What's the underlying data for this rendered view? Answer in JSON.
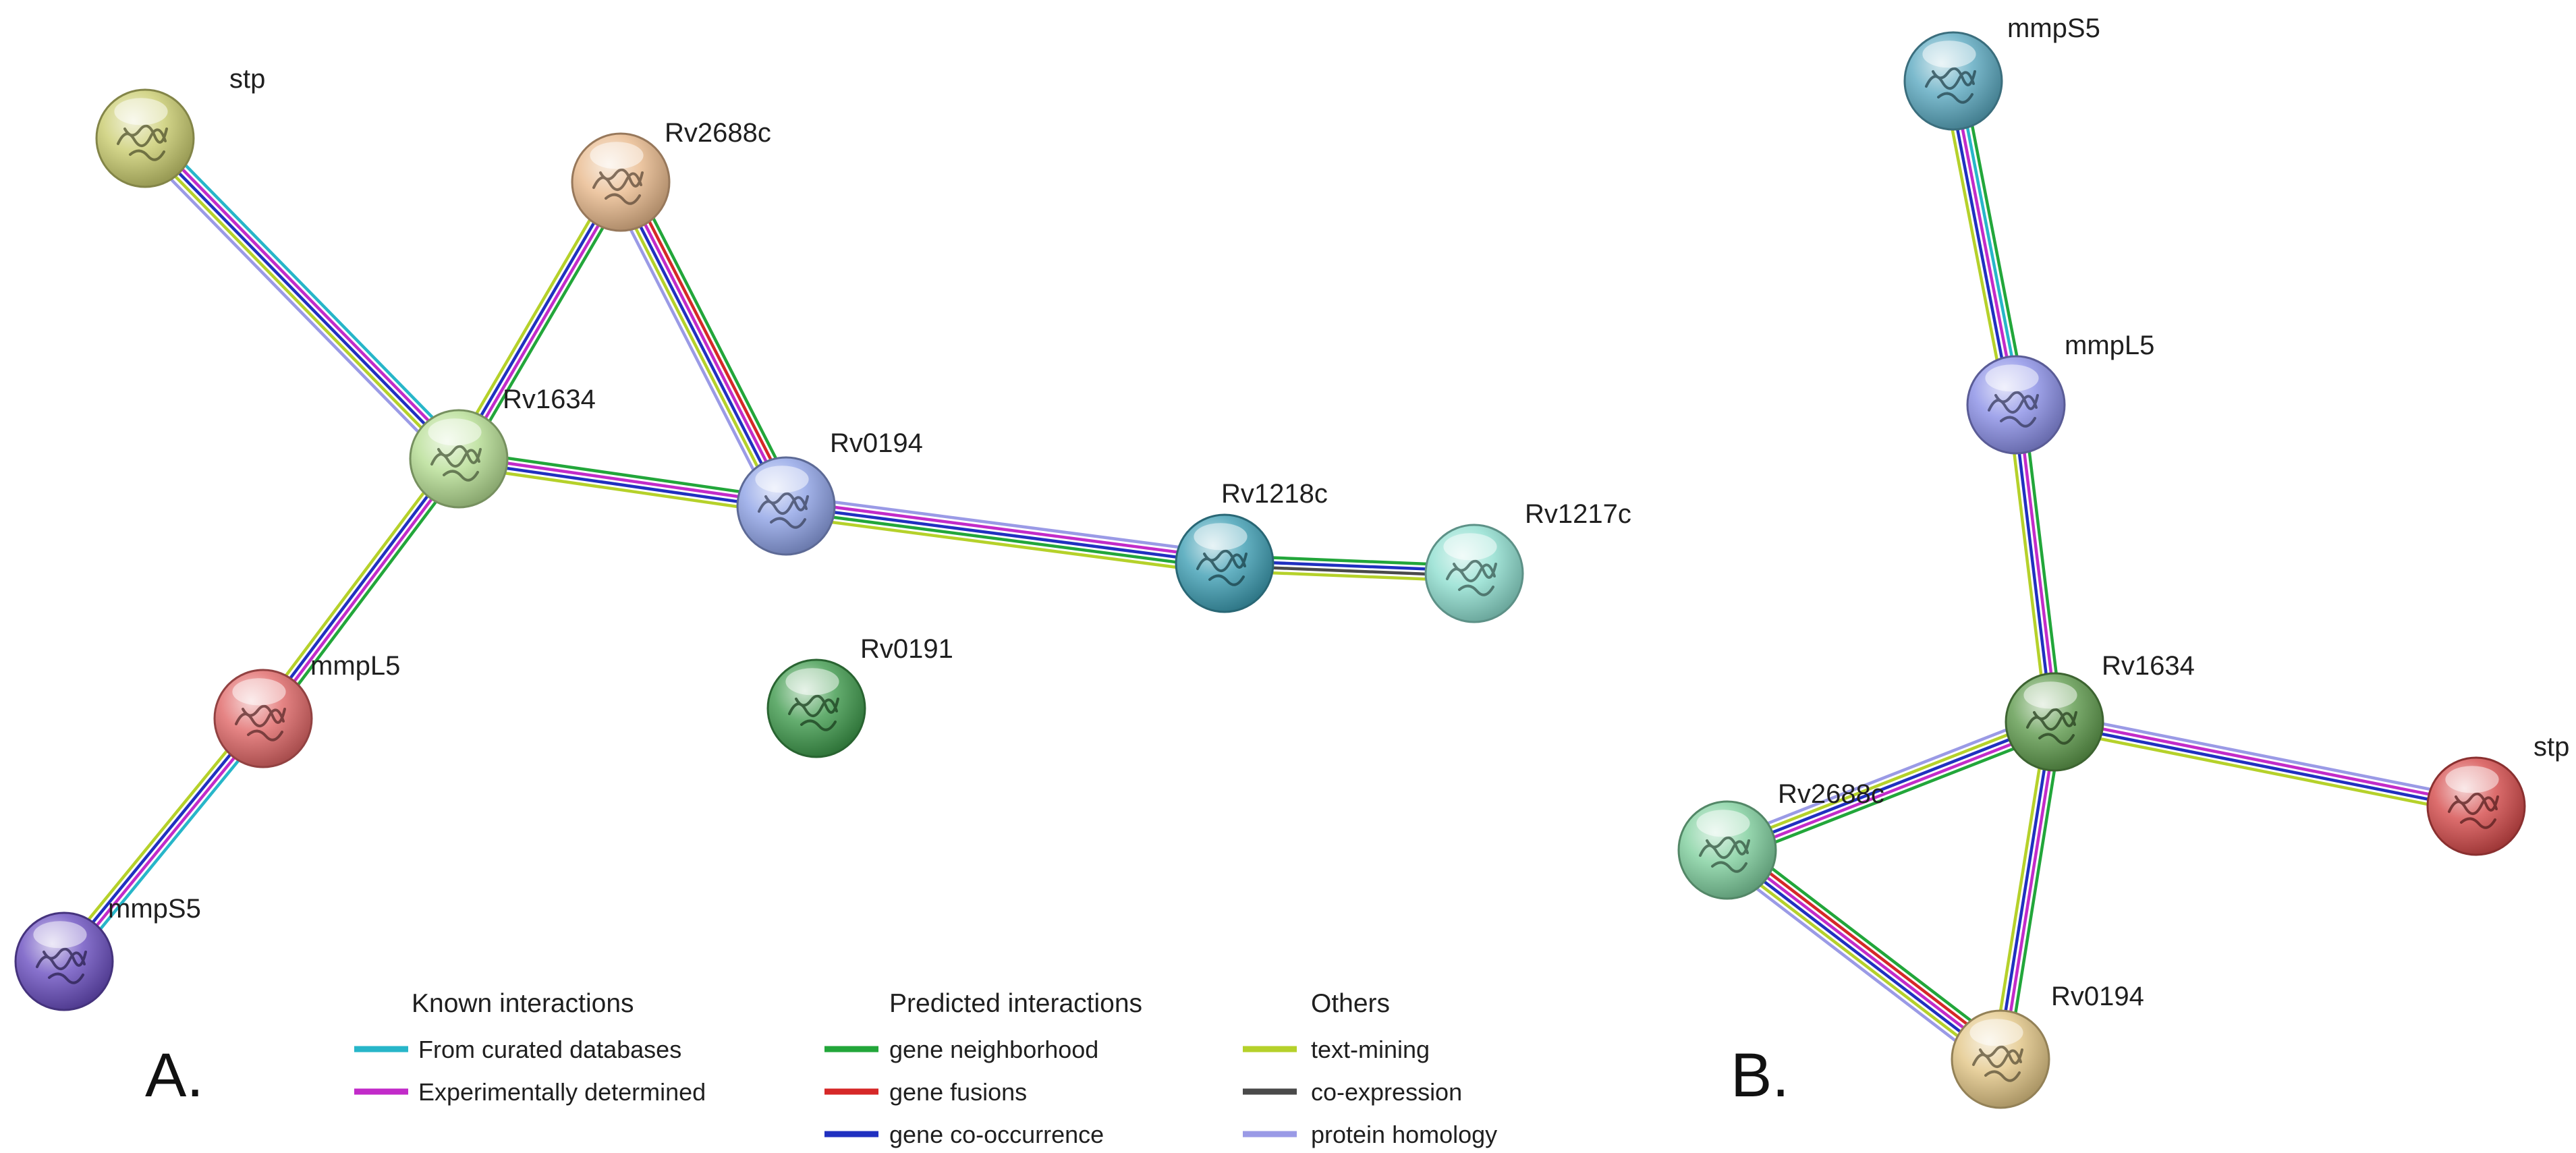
{
  "colors": {
    "curated": "#27b6c9",
    "experimental": "#c22bc9",
    "neighborhood": "#22a63a",
    "fusion": "#d62828",
    "cooccurrence": "#2030c0",
    "textmining": "#b5d12a",
    "coexpression": "#4a4a4a",
    "homology": "#9a9ae6"
  },
  "panels": [
    {
      "letter": "A.",
      "nodes": [
        {
          "id": "stp",
          "label": "stp",
          "color": "#c9cc6e"
        },
        {
          "id": "Rv2688c",
          "label": "Rv2688c",
          "color": "#e8b98c"
        },
        {
          "id": "Rv1634",
          "label": "Rv1634",
          "color": "#b5dd92"
        },
        {
          "id": "Rv0194",
          "label": "Rv0194",
          "color": "#8fa3e6"
        },
        {
          "id": "Rv1218c",
          "label": "Rv1218c",
          "color": "#3f9fb4"
        },
        {
          "id": "Rv1217c",
          "label": "Rv1217c",
          "color": "#8fdfd0"
        },
        {
          "id": "Rv0191",
          "label": "Rv0191",
          "color": "#3f9a4c"
        },
        {
          "id": "mmpL5",
          "label": "mmpL5",
          "color": "#e06666"
        },
        {
          "id": "mmpS5",
          "label": "mmpS5",
          "color": "#6a4fc0"
        }
      ],
      "edges": [
        {
          "from": "stp",
          "to": "Rv1634",
          "channels": [
            "curated",
            "experimental",
            "cooccurrence",
            "textmining",
            "homology"
          ]
        },
        {
          "from": "Rv2688c",
          "to": "Rv1634",
          "channels": [
            "neighborhood",
            "experimental",
            "cooccurrence",
            "textmining"
          ]
        },
        {
          "from": "Rv2688c",
          "to": "Rv0194",
          "channels": [
            "neighborhood",
            "fusion",
            "experimental",
            "cooccurrence",
            "textmining",
            "homology"
          ]
        },
        {
          "from": "Rv1634",
          "to": "Rv0194",
          "channels": [
            "neighborhood",
            "experimental",
            "cooccurrence",
            "textmining"
          ]
        },
        {
          "from": "Rv1634",
          "to": "mmpL5",
          "channels": [
            "neighborhood",
            "experimental",
            "cooccurrence",
            "textmining"
          ]
        },
        {
          "from": "Rv0194",
          "to": "Rv1218c",
          "channels": [
            "homology",
            "experimental",
            "cooccurrence",
            "neighborhood",
            "textmining"
          ]
        },
        {
          "from": "Rv1218c",
          "to": "Rv1217c",
          "channels": [
            "neighborhood",
            "cooccurrence",
            "coexpression",
            "textmining"
          ]
        },
        {
          "from": "mmpL5",
          "to": "mmpS5",
          "channels": [
            "curated",
            "experimental",
            "cooccurrence",
            "textmining"
          ]
        }
      ]
    },
    {
      "letter": "B.",
      "nodes": [
        {
          "id": "mmpS5",
          "label": "mmpS5",
          "color": "#5ba9c0"
        },
        {
          "id": "mmpL5",
          "label": "mmpL5",
          "color": "#8a8ee6"
        },
        {
          "id": "Rv1634",
          "label": "Rv1634",
          "color": "#5e9a4c"
        },
        {
          "id": "Rv2688c",
          "label": "Rv2688c",
          "color": "#7fcf9e"
        },
        {
          "id": "stp",
          "label": "stp",
          "color": "#d44a4a"
        },
        {
          "id": "Rv0194",
          "label": "Rv0194",
          "color": "#e2c686"
        }
      ],
      "edges": [
        {
          "from": "mmpS5",
          "to": "mmpL5",
          "channels": [
            "neighborhood",
            "curated",
            "experimental",
            "cooccurrence",
            "textmining"
          ]
        },
        {
          "from": "mmpL5",
          "to": "Rv1634",
          "channels": [
            "neighborhood",
            "experimental",
            "cooccurrence",
            "textmining"
          ]
        },
        {
          "from": "Rv1634",
          "to": "Rv2688c",
          "channels": [
            "neighborhood",
            "experimental",
            "cooccurrence",
            "textmining",
            "homology"
          ]
        },
        {
          "from": "Rv1634",
          "to": "stp",
          "channels": [
            "homology",
            "experimental",
            "cooccurrence",
            "textmining"
          ]
        },
        {
          "from": "Rv1634",
          "to": "Rv0194",
          "channels": [
            "neighborhood",
            "experimental",
            "cooccurrence",
            "textmining"
          ]
        },
        {
          "from": "Rv2688c",
          "to": "Rv0194",
          "channels": [
            "neighborhood",
            "fusion",
            "experimental",
            "cooccurrence",
            "textmining",
            "homology"
          ]
        }
      ]
    }
  ],
  "legend": {
    "groups": [
      {
        "heading": "Known interactions",
        "items": [
          {
            "label": "From curated databases",
            "color": "#27b6c9"
          },
          {
            "label": "Experimentally determined",
            "color": "#c22bc9"
          }
        ]
      },
      {
        "heading": "Predicted interactions",
        "items": [
          {
            "label": "gene neighborhood",
            "color": "#22a63a"
          },
          {
            "label": "gene fusions",
            "color": "#d62828"
          },
          {
            "label": "gene co-occurrence",
            "color": "#2030c0"
          }
        ]
      },
      {
        "heading": "Others",
        "items": [
          {
            "label": "text-mining",
            "color": "#b5d12a"
          },
          {
            "label": "co-expression",
            "color": "#4a4a4a"
          },
          {
            "label": "protein homology",
            "color": "#9a9ae6"
          }
        ]
      }
    ]
  }
}
